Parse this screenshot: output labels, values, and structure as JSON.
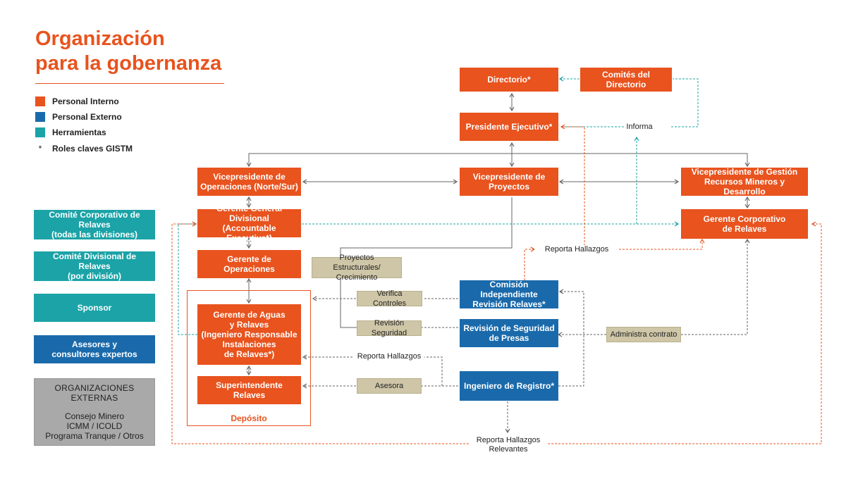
{
  "title": {
    "line1": "Organización",
    "line2": "para la gobernanza"
  },
  "legend": [
    {
      "label": "Personal Interno",
      "color": "#e8531e"
    },
    {
      "label": "Personal Externo",
      "color": "#1a6aab"
    },
    {
      "label": "Herramientas",
      "color": "#1ba3a7"
    },
    {
      "label": "Roles claves GISTM",
      "symbol": "*"
    }
  ],
  "side_panels": {
    "comite_corporativo": {
      "line1": "Comité Corporativo de Relaves",
      "line2": "(todas las divisiones)"
    },
    "comite_divisional": {
      "line1": "Comité Divisional de Relaves",
      "line2": "(por división)"
    },
    "sponsor": "Sponsor",
    "asesores": {
      "line1": "Asesores y",
      "line2": "consultores expertos"
    },
    "externas": {
      "heading": "ORGANIZACIONES EXTERNAS",
      "line1": "Consejo Minero",
      "line2": "ICMM / ICOLD",
      "line3": "Programa Tranque / Otros"
    }
  },
  "nodes": {
    "directorio": "Directorio*",
    "comites_directorio": "Comités del Directorio",
    "presidente": "Presidente Ejecutivo*",
    "vp_operaciones": {
      "line1": "Vicepresidente de",
      "line2": "Operaciones (Norte/Sur)"
    },
    "vp_proyectos": {
      "line1": "Vicepresidente de",
      "line2": "Proyectos"
    },
    "vp_gestion": {
      "line1": "Vicepresidente de Gestión",
      "line2": "Recursos Mineros y Desarrollo"
    },
    "gerente_general": {
      "line1": "Gerente General Divisional",
      "line2": "(Accountable Executive*)"
    },
    "gerente_corporativo": {
      "line1": "Gerente Corporativo",
      "line2": "de Relaves"
    },
    "gerente_operaciones": {
      "line1": "Gerente de",
      "line2": "Operaciones"
    },
    "gerente_aguas": {
      "line1": "Gerente de Aguas",
      "line2": "y Relaves",
      "line3": "(Ingeniero Responsable",
      "line4": "Instalaciones",
      "line5": "de Relaves*)"
    },
    "superintendente": "Superintendente Relaves",
    "deposito": "Depósito",
    "comision": {
      "line1": "Comisión Independiente",
      "line2": "Revisión Relaves*"
    },
    "revision_presas": {
      "line1": "Revisión de Seguridad",
      "line2": "de Presas"
    },
    "ingeniero_registro": "Ingeniero de Registro*"
  },
  "tools": {
    "proyectos_estructurales": {
      "line1": "Proyectos Estructurales/",
      "line2": "Crecimiento"
    },
    "verifica_controles": "Verifica Controles",
    "revision_seguridad": "Revisión Seguridad",
    "asesora": "Asesora",
    "administra_contrato": "Administra contrato"
  },
  "labels": {
    "informa": "Informa",
    "reporta_hallazgos_1": "Reporta Hallazgos",
    "reporta_hallazgos_2": "Reporta Hallazgos",
    "reporta_relevantes": {
      "line1": "Reporta Hallazgos",
      "line2": "Relevantes"
    }
  },
  "colors": {
    "orange": "#e8531e",
    "blue": "#1a6aab",
    "teal": "#1ba3a7",
    "beige": "#cec6a7",
    "gray": "#a9a9a9",
    "line": "#666666"
  }
}
